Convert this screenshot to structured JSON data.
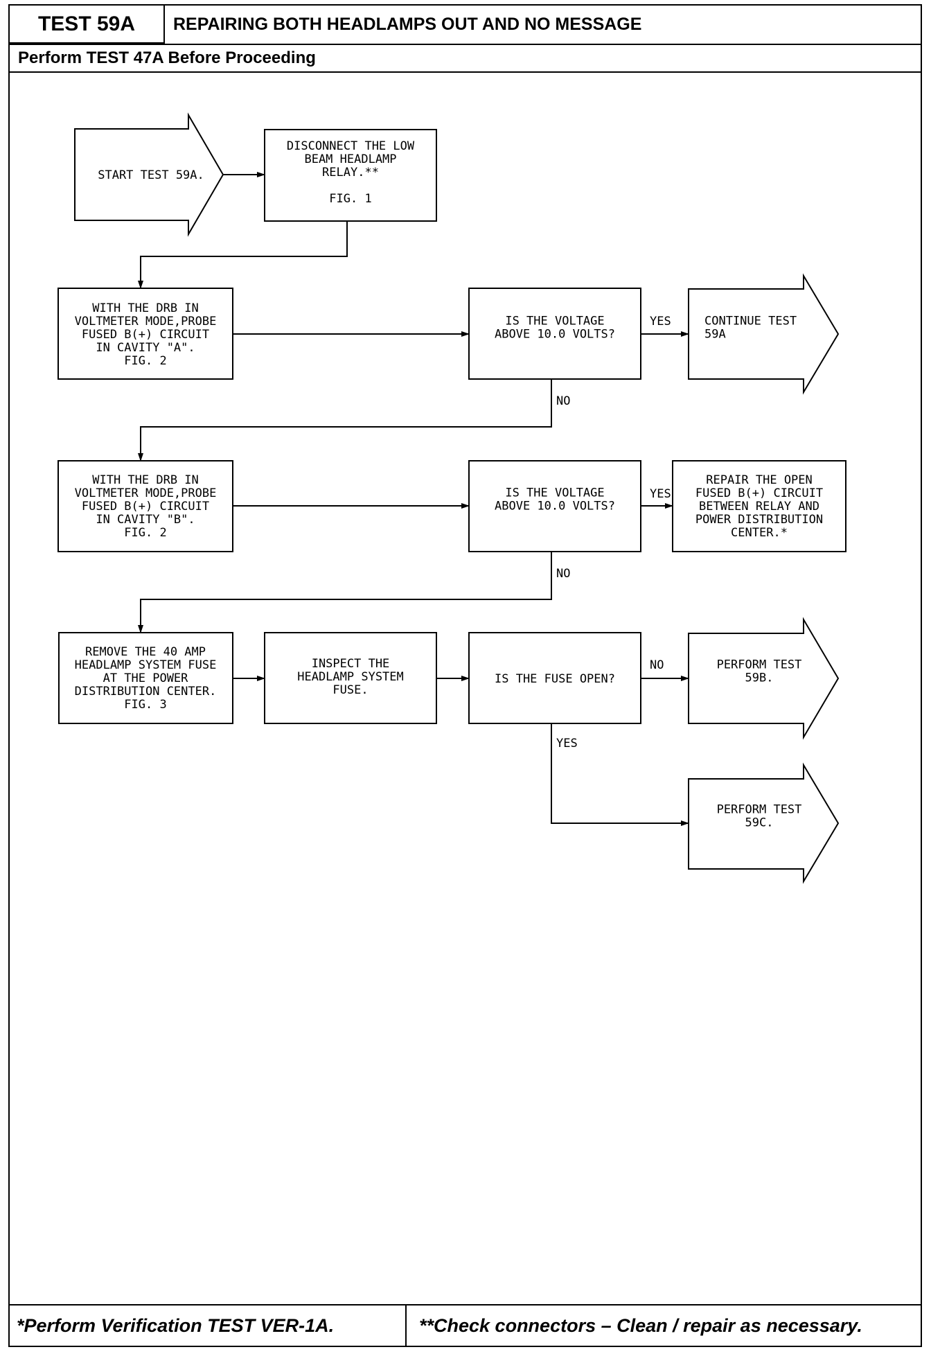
{
  "header": {
    "test_id": "TEST 59A",
    "title": "REPAIRING BOTH HEADLAMPS OUT AND NO MESSAGE",
    "subheader": "Perform TEST 47A Before Proceeding"
  },
  "flowchart": {
    "start": [
      "START TEST 59A."
    ],
    "disconnect": [
      "DISCONNECT THE LOW",
      "BEAM HEADLAMP",
      "RELAY.**",
      "",
      "FIG. 1"
    ],
    "probe_a": [
      "WITH THE DRB IN",
      "VOLTMETER MODE,PROBE",
      "FUSED B(+) CIRCUIT",
      "IN CAVITY \"A\".",
      "FIG. 2"
    ],
    "question_a": [
      "IS THE VOLTAGE",
      "ABOVE 10.0 VOLTS?"
    ],
    "continue": [
      "CONTINUE TEST",
      "59A"
    ],
    "probe_b": [
      "WITH THE DRB IN",
      "VOLTMETER MODE,PROBE",
      "FUSED B(+) CIRCUIT",
      "IN CAVITY \"B\".",
      "FIG. 2"
    ],
    "question_b": [
      "IS THE VOLTAGE",
      "ABOVE 10.0 VOLTS?"
    ],
    "repair": [
      "REPAIR THE OPEN",
      "FUSED B(+) CIRCUIT",
      "BETWEEN RELAY AND",
      "POWER DISTRIBUTION",
      "CENTER.*"
    ],
    "remove_fuse": [
      "REMOVE THE 40 AMP",
      "HEADLAMP SYSTEM FUSE",
      "AT THE POWER",
      "DISTRIBUTION CENTER.",
      "FIG. 3"
    ],
    "inspect": [
      "INSPECT THE",
      "HEADLAMP SYSTEM",
      "FUSE."
    ],
    "question_fuse": [
      "IS THE FUSE OPEN?"
    ],
    "perform_b": [
      "PERFORM TEST",
      "59B."
    ],
    "perform_c": [
      "PERFORM TEST",
      "59C."
    ],
    "labels": {
      "yes_a": "YES",
      "no_a": "NO",
      "yes_b": "YES",
      "no_b": "NO",
      "no_fuse": "NO",
      "yes_fuse": "YES"
    }
  },
  "footer": {
    "left": "*Perform Verification TEST VER-1A.",
    "right": "**Check connectors – Clean / repair as necessary."
  }
}
